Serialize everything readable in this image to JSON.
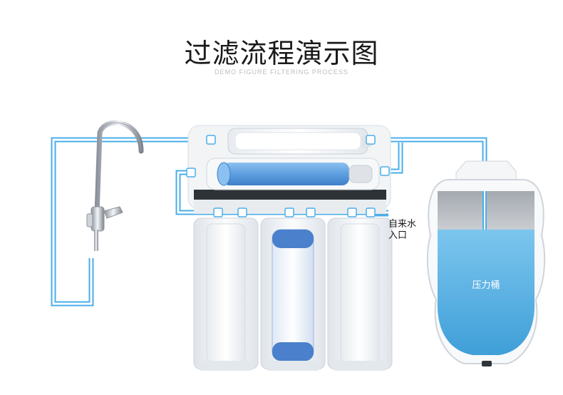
{
  "diagram": {
    "title": "过滤流程演示图",
    "subtitle": "DEMO FIGURE FILTERING PROCESS",
    "labels": {
      "inlet_line1": "自来水",
      "inlet_line2": "入口",
      "tank": "压力桶"
    },
    "colors": {
      "pipe": "#4aaee8",
      "pipe_fill": "#ffffff",
      "water": "#5bb6e6",
      "ro_membrane": "#5e9fe0",
      "carbon": "#4a80cc",
      "housing": "#eef1f4"
    }
  }
}
